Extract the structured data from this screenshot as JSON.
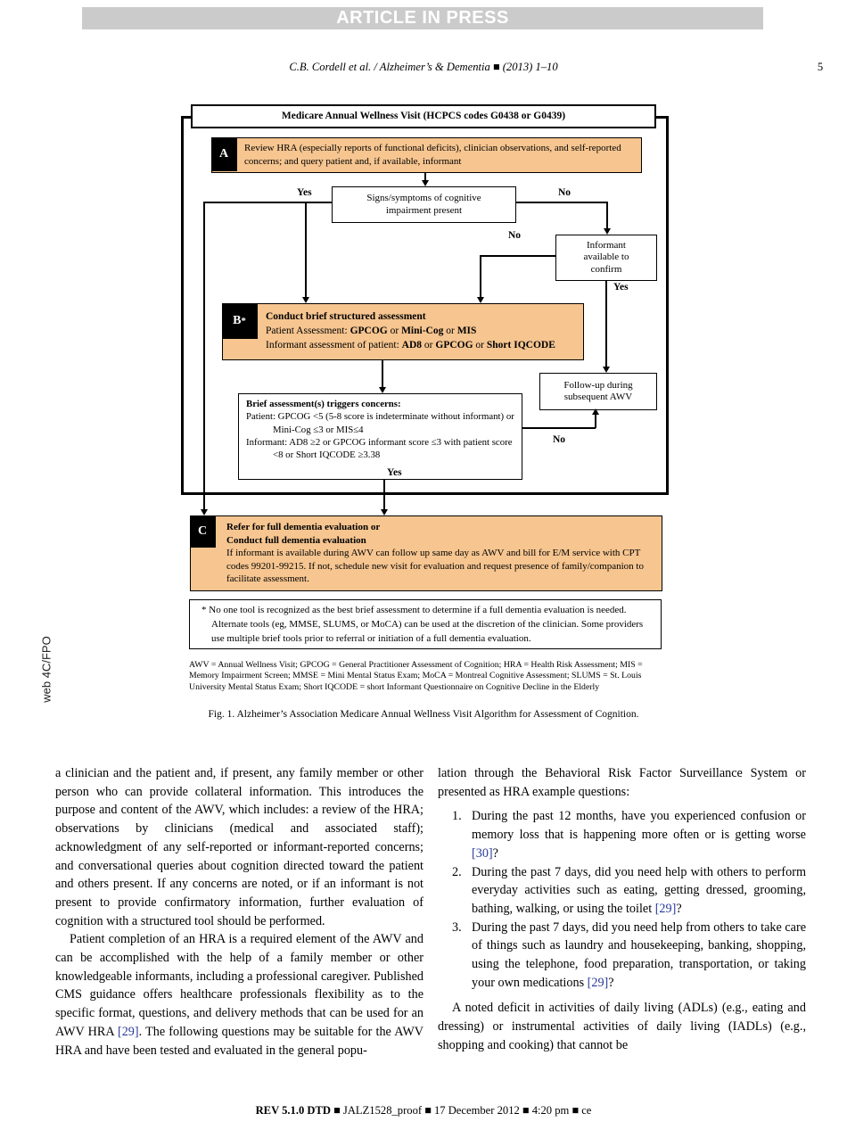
{
  "banner": {
    "title": "ARTICLE IN PRESS"
  },
  "page_header": {
    "citation": "C.B. Cordell et al. / Alzheimer’s & Dementia ■ (2013) 1–10",
    "page_number": "5"
  },
  "figure": {
    "sidebar_note": "web 4C/FPO",
    "flowchart": {
      "title": "Medicare Annual Wellness Visit (HCPCS codes G0438 or G0439)",
      "box_a": {
        "label": "A",
        "text": "Review HRA (especially reports of functional deficits), clinician observations, and self-reported concerns; and query patient and, if available, informant"
      },
      "decision_box": {
        "text": "Signs/symptoms of cognitive impairment present"
      },
      "informant_box": {
        "text": "Informant available to confirm"
      },
      "labels": {
        "yes_left": "Yes",
        "no_right": "No",
        "no_informant": "No",
        "yes_informant": "Yes",
        "yes_to_c": "Yes",
        "no_to_followup": "No"
      },
      "box_b": {
        "label": "B",
        "superscript": "*",
        "line1": "**Conduct brief structured assessment**",
        "line2": "Patient Assessment: **GPCOG** or **Mini-Cog** or **MIS**",
        "line3": "Informant assessment of patient: **AD8** or **GPCOG** or **Short IQCODE**"
      },
      "followup_box": {
        "text": "Follow-up during subsequent AWV"
      },
      "triggers_box": {
        "title": "Brief assessment(s) triggers concerns:",
        "patient_line": "Patient: GPCOG <5 (5-8 score is indeterminate without informant) or Mini-Cog ≤3 or MIS≤4",
        "informant_line": "Informant: AD8 ≥2 or GPCOG informant score ≤3 with patient score <8 or Short IQCODE ≥3.38"
      },
      "box_c": {
        "label": "C",
        "bold_line1": "Refer for full dementia evaluation or",
        "bold_line2": "Conduct full dementia evaluation",
        "text": "If informant is available during AWV can follow up same day as AWV and bill for E/M service with CPT codes 99201-99215.  If not, schedule new visit for evaluation and request presence of family/companion to facilitate assessment."
      }
    },
    "footnote": "* No one tool is recognized as the best brief assessment to determine if a full dementia evaluation is needed. Alternate tools (eg, MMSE, SLUMS, or MoCA) can be used at the discretion of the clinician. Some providers use multiple brief tools prior to referral or initiation of a full dementia evaluation.",
    "abbreviations": "AWV = Annual Wellness Visit; GPCOG = General Practitioner Assessment of Cognition; HRA = Health Risk Assessment; MIS = Memory Impairment Screen; MMSE = Mini Mental Status Exam; MoCA = Montreal Cognitive Assessment; SLUMS = St. Louis University Mental Status Exam; Short IQCODE = short Informant Questionnaire on Cognitive Decline in the Elderly",
    "caption": "Fig. 1.  Alzheimer’s Association Medicare Annual Wellness Visit Algorithm for Assessment of Cognition."
  },
  "body": {
    "left_column": [
      {
        "text": "a clinician and the patient and, if present, any family member or other person who can provide collateral information. This introduces the purpose and content of the AWV, which includes: a review of the HRA; observations by clinicians (medical and associated staff); acknowledgment of any self-reported or informant-reported concerns; and conversational queries about cognition directed toward the patient and others present. If any concerns are noted, or if an informant is not present to provide confirmatory information, further evaluation of cognition with a structured tool should be performed."
      },
      {
        "text": "Patient completion of an HRA is a required element of the AWV and can be accomplished with the help of a family member or other knowledgeable informants, including a professional caregiver. Published CMS guidance offers healthcare professionals flexibility as to the specific format, questions, and delivery methods that can be used for an AWV HRA [29]. The following questions may be suitable for the AWV HRA and have been tested and evaluated in the general popu-"
      }
    ],
    "right_column": {
      "para1": "lation through the Behavioral Risk Factor Surveillance System or presented as HRA example questions:",
      "list": [
        {
          "num": "1.",
          "text": "During the past 12 months, have you experienced confusion or memory loss that is happening more often or is getting worse [30]?"
        },
        {
          "num": "2.",
          "text": "During the past 7 days, did you need help with others to perform everyday activities such as eating, getting dressed, grooming, bathing, walking, or using the toilet [29]?"
        },
        {
          "num": "3.",
          "text": "During the past 7 days, did you need help from others to take care of things such as laundry and housekeeping, banking, shopping, using the telephone, food preparation, transportation, or taking your own medications [29]?"
        }
      ],
      "para2": "A noted deficit in activities of daily living (ADLs) (e.g., eating and dressing) or instrumental activities of daily living (IADLs) (e.g., shopping and cooking) that cannot be"
    }
  },
  "page_footer": {
    "text": "**REV 5.1.0 DTD** ■ JALZ1528_proof ■ 17 December 2012 ■ 4:20 pm ■ ce"
  },
  "colors": {
    "peach": "#f6c590",
    "banner_gray": "#cbcbcb",
    "citation_blue": "#283a9b"
  }
}
